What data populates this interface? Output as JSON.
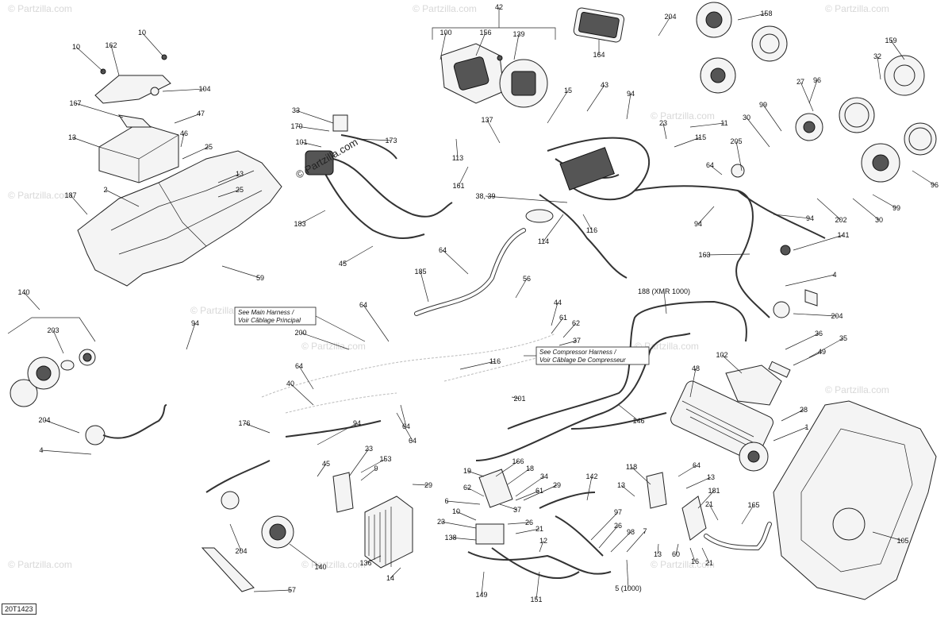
{
  "diagram_code": "20T1423",
  "copyright": "© Partzilla.com",
  "watermarks": [
    "© Partzilla.com",
    "© Partzilla.com",
    "© Partzilla.com",
    "© Partzilla.com",
    "© Partzilla.com",
    "© Partzilla.com",
    "© Partzilla.com",
    "© Partzilla.com",
    "© Partzilla.com",
    "© Partzilla.com",
    "© Partzilla.com",
    "© Partzilla.com"
  ],
  "notes": {
    "main_harness": [
      "See Main Harness /",
      "Voir Câblage Principal"
    ],
    "compressor_harness": [
      "See Compressor Harness /",
      "Voir Câblage De Compresseur"
    ]
  },
  "callouts": [
    "42",
    "100",
    "156",
    "139",
    "164",
    "204",
    "158",
    "10",
    "162",
    "10",
    "104",
    "43",
    "15",
    "94",
    "159",
    "32",
    "96",
    "167",
    "47",
    "13",
    "46",
    "25",
    "2",
    "13",
    "25",
    "187",
    "59",
    "33",
    "170",
    "101",
    "173",
    "183",
    "45",
    "137",
    "113",
    "161",
    "38, 39",
    "114",
    "116",
    "64",
    "185",
    "56",
    "23",
    "11",
    "115",
    "30",
    "99",
    "27",
    "205",
    "64",
    "94",
    "94",
    "202",
    "30",
    "99",
    "96",
    "141",
    "163",
    "4",
    "204",
    "188 (XMR 1000)",
    "140",
    "203",
    "204",
    "4",
    "94",
    "64",
    "200",
    "64",
    "44",
    "61",
    "62",
    "37",
    "116",
    "201",
    "64",
    "146",
    "102",
    "48",
    "36",
    "49",
    "35",
    "28",
    "1",
    "176",
    "94",
    "40",
    "64",
    "23",
    "153",
    "45",
    "166",
    "18",
    "34",
    "29",
    "19",
    "62",
    "6",
    "9",
    "29",
    "37",
    "61",
    "10",
    "26",
    "21",
    "23",
    "138",
    "136",
    "14",
    "142",
    "97",
    "26",
    "98",
    "7",
    "118",
    "64",
    "13",
    "13",
    "181",
    "21",
    "165",
    "105",
    "12",
    "149",
    "151",
    "5 (1000)",
    "13",
    "60",
    "16",
    "21",
    "204",
    "140",
    "57"
  ]
}
